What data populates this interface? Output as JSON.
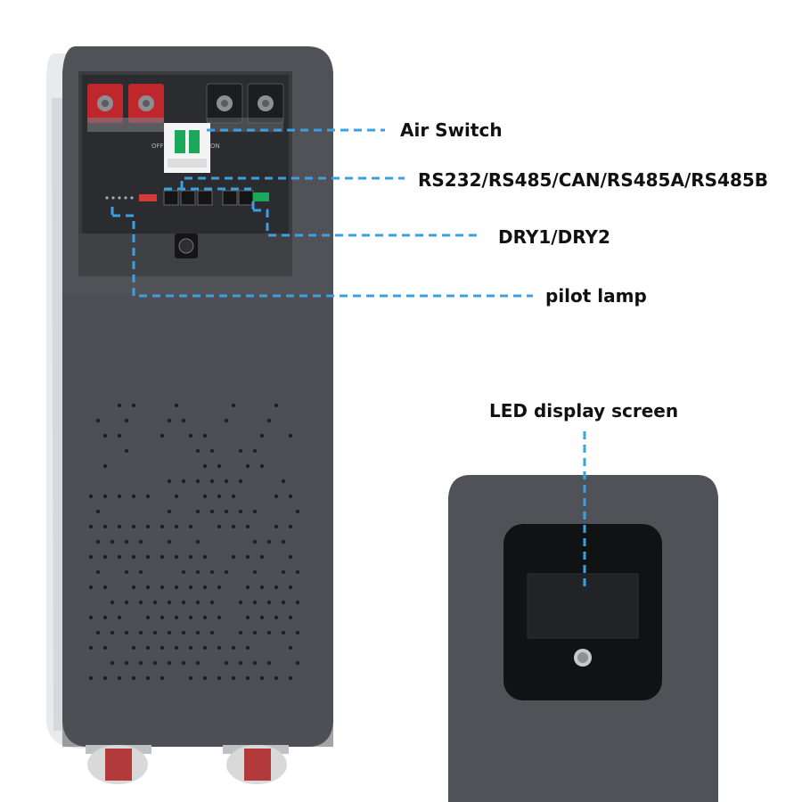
{
  "colors": {
    "background": "#ffffff",
    "cabinet_body": "#505257",
    "cabinet_side": "#e9eaec",
    "panel_recess": "#2b2c2f",
    "callout_line": "#3aa0e0",
    "terminal_red": "#c0272d",
    "breaker_green": "#1aa85a",
    "label_text": "#111111"
  },
  "callouts": {
    "air_switch": "Air Switch",
    "comm_ports": "RS232/RS485/CAN/RS485A/RS485B",
    "dry_contacts": "DRY1/DRY2",
    "pilot_lamp": "pilot lamp",
    "led_screen": "LED display screen"
  },
  "panel_markings": {
    "breaker_off": "OFF",
    "breaker_on": "ON"
  }
}
